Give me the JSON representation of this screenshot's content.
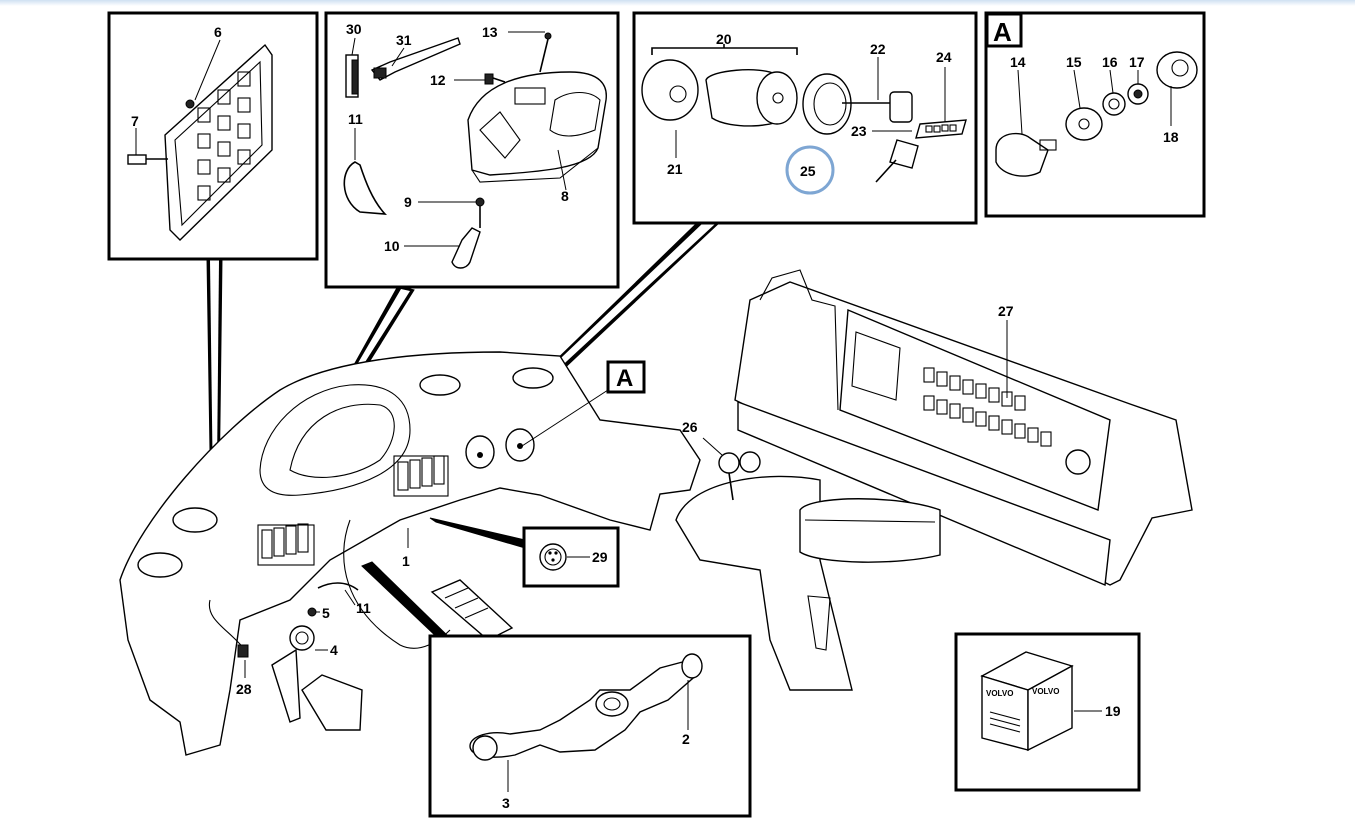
{
  "labels": {
    "p1": "1",
    "p2": "2",
    "p3": "3",
    "p4": "4",
    "p5": "5",
    "p6": "6",
    "p7": "7",
    "p8": "8",
    "p9": "9",
    "p10": "10",
    "p11a": "11",
    "p11b": "11",
    "p12": "12",
    "p13": "13",
    "p14": "14",
    "p15": "15",
    "p16": "16",
    "p17": "17",
    "p18": "18",
    "p19": "19",
    "p20": "20",
    "p21": "21",
    "p22": "22",
    "p23": "23",
    "p24": "24",
    "p25": "25",
    "p26": "26",
    "p27": "27",
    "p28": "28",
    "p29": "29",
    "p30": "30",
    "p31": "31"
  },
  "detail_markers": {
    "box_tag": "A",
    "dash_tag": "A"
  },
  "box_text": {
    "volvo_1": "VOLVO",
    "volvo_2": "VOLVO"
  },
  "highlight": {
    "item": "25",
    "color": "#7ea6d3"
  },
  "colors": {
    "top_bar": "#cfe0f2",
    "line": "#000000",
    "background": "#ffffff"
  }
}
